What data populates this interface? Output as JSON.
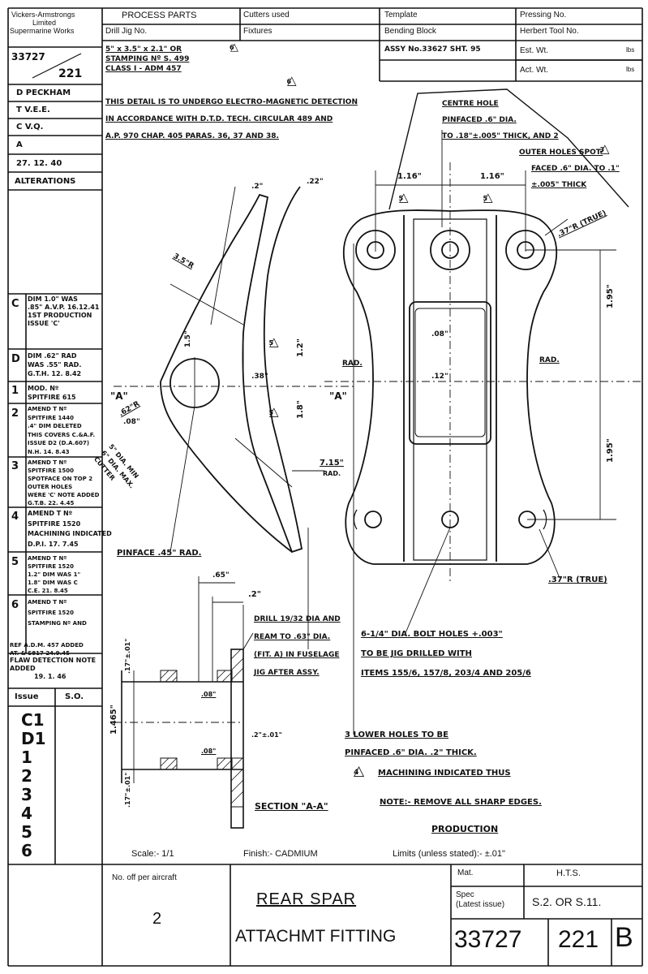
{
  "title_block_left": {
    "company": [
      "Vickers-Armstrongs",
      "Limited",
      "Supermarine Works"
    ],
    "drawing_number": "33727",
    "sheet_number": "221",
    "drawn_by": "D PECKHAM",
    "traced_by": "T V.E.E.",
    "checked_by": "C V.Q.",
    "approved": "A",
    "date": "27. 12. 40",
    "alterations_label": "ALTERATIONS"
  },
  "header": {
    "process_parts_label": "PROCESS PARTS",
    "drill_jig_label": "Drill Jig No.",
    "cutters_label": "Cutters used",
    "fixtures_label": "Fixtures",
    "template_label": "Template",
    "bending_block_label": "Bending Block",
    "pressing_label": "Pressing No.",
    "herbert_label": "Herbert Tool No.",
    "est_wt_label": "Est. Wt.",
    "act_wt_label": "Act. Wt.",
    "lbs": "lbs",
    "stamping_lines": [
      "5\" x 3.5\" x 2.1\" OR",
      "STAMPING Nº S. 499",
      "CLASS I - ADM 457"
    ],
    "assy_no": "ASSY No.33627 SHT. 95"
  },
  "alterations": [
    {
      "letter": "C",
      "text": [
        "DIM 1.0\" WAS",
        ".85\" A.V.P. 16.12.41",
        "1ST PRODUCTION",
        "ISSUE 'C'"
      ]
    },
    {
      "letter": "D",
      "text": [
        "DIM .62\" RAD",
        "WAS .55\" RAD.",
        "G.T.H. 12. 8.42"
      ]
    },
    {
      "letter": "1",
      "text": [
        "MOD. Nº",
        "SPITFIRE 615"
      ]
    },
    {
      "letter": "2",
      "text": [
        "AMEND T Nº",
        "SPITFIRE 1440",
        ".4\" DIM DELETED",
        "THIS COVERS C.&A.F.",
        "ISSUE D2 (D.A.607)",
        "N.H. 14. 8.43"
      ]
    },
    {
      "letter": "3",
      "text": [
        "AMEND T Nº",
        "SPITFIRE 1500",
        "SPOTFACE ON TOP 2",
        "OUTER HOLES",
        "WERE 'C' NOTE ADDED",
        "G.T.B. 22. 4.45"
      ]
    },
    {
      "letter": "4",
      "text": [
        "AMEND T Nº",
        "SPITFIRE 1520",
        "MACHINING INDICATED",
        "D.P.I. 17. 7.45"
      ]
    },
    {
      "letter": "5",
      "text": [
        "AMEND T Nº",
        "SPITFIRE 1520",
        "1.2\" DIM WAS 1\"",
        "1.8\" DIM WAS C",
        "C.E. 21. 8.45"
      ]
    },
    {
      "letter": "6",
      "text": [
        "AMEND T Nº",
        "SPITFIRE 1520",
        "STAMPING Nº AND",
        "REF A.D.M. 457 ADDED",
        "AT. & S817 24.9.45"
      ]
    },
    {
      "letter": "",
      "text": [
        "FLAW DETECTION NOTE",
        "ADDED",
        "19. 1. 46"
      ]
    }
  ],
  "issue_table": {
    "issue_label": "Issue",
    "so_label": "S.O.",
    "issues": [
      "C1",
      "D1",
      "1",
      "2",
      "3",
      "4",
      "5",
      "6"
    ]
  },
  "notes": {
    "flaw_detection": [
      "THIS DETAIL IS TO UNDERGO ELECTRO-MAGNETIC DETECTION",
      "IN ACCORDANCE WITH D.T.D. TECH. CIRCULAR 489 AND",
      "A.P. 970 CHAP. 405 PARAS. 36, 37 AND 38."
    ],
    "centre_hole": [
      "CENTRE HOLE",
      "PINFACED .6\" DIA.",
      "TO .18\"±.005\" THICK, AND 2",
      "OUTER HOLES SPOT-",
      "FACED .6\" DIA. TO .1\"",
      "±.005\" THICK"
    ],
    "drill": [
      "DRILL 19/32 DIA AND",
      "REAM TO .63\" DIA.",
      "(FIT. A) IN FUSELAGE",
      "JIG AFTER ASSY."
    ],
    "bolt_holes": [
      "6-1/4\" DIA. BOLT HOLES +.003\"",
      "TO BE JIG DRILLED WITH",
      "ITEMS 155/6, 157/8, 203/4 AND 205/6"
    ],
    "lower_holes": [
      "3 LOWER HOLES TO BE",
      "PINFACED .6\" DIA. .2\" THICK."
    ],
    "machining": "MACHINING INDICATED THUS",
    "sharp_edges": "NOTE:- REMOVE ALL SHARP EDGES.",
    "production": "PRODUCTION",
    "pinface": "PINFACE .45\" RAD.",
    "section": "SECTION \"A-A\"",
    "cutter": [
      "5\" DIA. MIN",
      "6\" DIA. MAX.",
      "CUTTER"
    ]
  },
  "dimensions": {
    "d116a": "1.16\"",
    "d116b": "1.16\"",
    "d195a": "1.95\"",
    "d195b": "1.95\"",
    "d37a": ".37\"R (TRUE)",
    "d37b": ".37\"R (TRUE)",
    "d08": ".08\"",
    "d12": ".12\"",
    "rad1": "RAD.",
    "rad2": "RAD.",
    "d2a": ".2\"",
    "d22": ".22\"",
    "d35": "3.5\"R",
    "d15": "1.5\"",
    "d12b": "1.2\"",
    "d38": ".38\"",
    "d18": "1.8\"",
    "d715": "7.15\"",
    "d62": ".62\"R",
    "d08b": ".08\"",
    "a1": "\"A\"",
    "a2": "\"A\"",
    "d65": ".65\"",
    "d2b": ".2\"",
    "d17a": ".17\"±.01\"",
    "d17b": ".17\"±.01\"",
    "d08c": ".08\"",
    "d08d": ".08\"",
    "d2c": ".2\"±.01\"",
    "d1465": "1.465\""
  },
  "footer": {
    "scale": "Scale:- 1/1",
    "finish": "Finish:- CADMIUM",
    "limits": "Limits (unless stated):- ±.01\"",
    "no_off_label": "No. off per aircraft",
    "no_off": "2",
    "title_1": "REAR SPAR",
    "title_2": "ATTACHMT FITTING",
    "mat_label": "Mat.",
    "mat": "H.T.S.",
    "spec_label": [
      "Spec",
      "(Latest issue)"
    ],
    "spec": "S.2. OR S.11.",
    "drawing_number": "33727",
    "sheet": "221",
    "issue": "B"
  },
  "triangles": [
    "6",
    "6",
    "3",
    "5",
    "5",
    "5",
    "5",
    "4"
  ]
}
